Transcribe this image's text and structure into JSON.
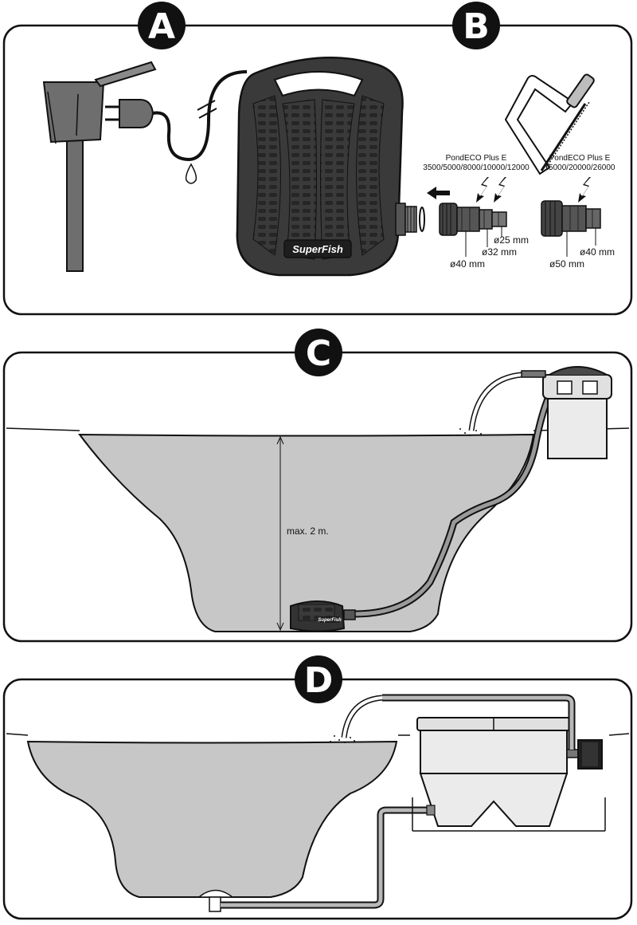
{
  "panels": {
    "a": {
      "letter": "A"
    },
    "b": {
      "letter": "B"
    },
    "c": {
      "letter": "C"
    },
    "d": {
      "letter": "D"
    }
  },
  "pump": {
    "brand": "SuperFish"
  },
  "adapters": {
    "set1": {
      "model": "PondECO Plus E",
      "sizes": "3500/5000/8000/10000/12000",
      "d1": "ø40 mm",
      "d2": "ø32 mm",
      "d3": "ø25 mm"
    },
    "set2": {
      "model": "PondECO Plus E",
      "sizes": "15000/20000/26000",
      "d1": "ø50 mm",
      "d2": "ø40 mm"
    }
  },
  "depth": {
    "label": "max. 2 m."
  },
  "colors": {
    "water": "#c7c7c7",
    "dark": "#1a1a1a",
    "pump": "#3a3a3a"
  }
}
